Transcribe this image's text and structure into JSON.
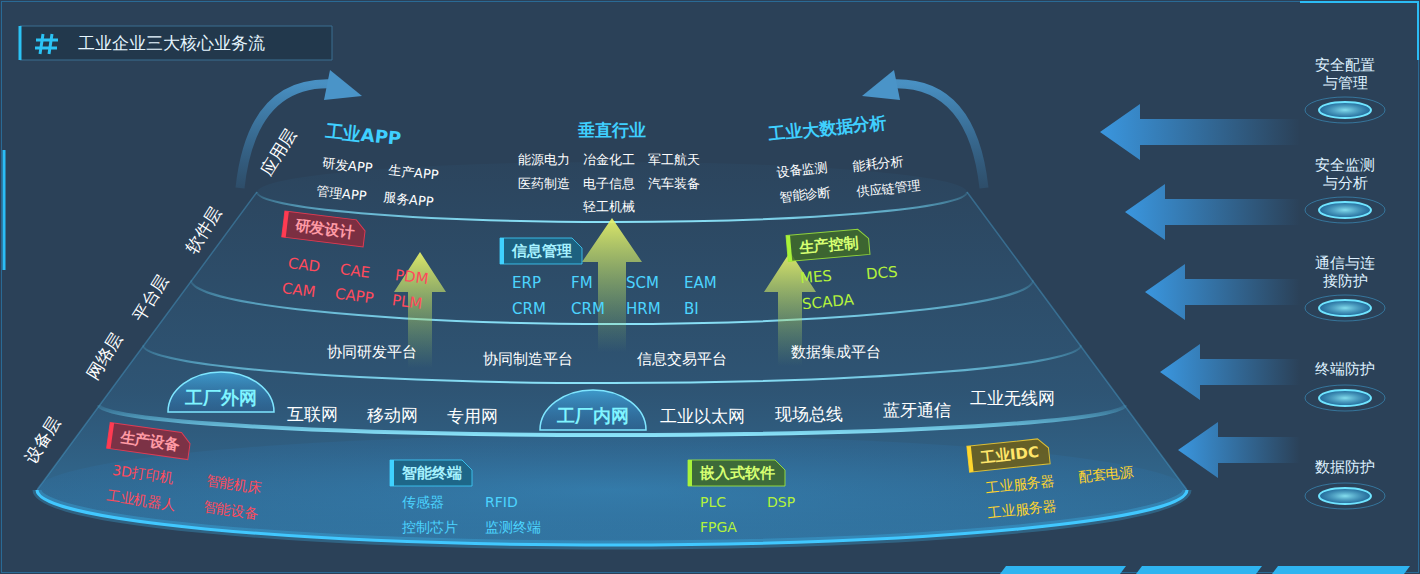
{
  "diagram": {
    "title": "工业企业三大核心业务流",
    "nodes": [
      {
        "text": [
          "研发设计"
        ]
      },
      {
        "text": [
          "信息管理"
        ]
      },
      {
        "text": [
          "生产控制"
        ]
      },
      {
        "text": [
          "工厂外网"
        ]
      },
      {
        "text": [
          "工厂内网"
        ]
      },
      {
        "text": [
          "生产设备"
        ]
      },
      {
        "text": [
          "智能终端"
        ]
      },
      {
        "text": [
          "嵌入式软件"
        ]
      },
      {
        "text": [
          "工业IDC"
        ]
      }
    ],
    "labels": [
      "应用层",
      "软件层",
      "平台层",
      "网络层",
      "设备层",
      "工业APP",
      "研发APP",
      "生产APP",
      "管理APP",
      "服务APP",
      "垂直行业",
      "能源电力",
      "冶金化工",
      "军工航天",
      "医药制造",
      "电子信息",
      "汽车装备",
      "轻工机械",
      "工业大数据分析",
      "设备监测",
      "能耗分析",
      "智能诊断",
      "供应链管理",
      "CAD",
      "CAE",
      "PDM",
      "CAM",
      "CAPP",
      "PLM",
      "ERP",
      "FM",
      "SCM",
      "EAM",
      "CRM",
      "CRM",
      "HRM",
      "BI",
      "MES",
      "DCS",
      "SCADA",
      "协同研发平台",
      "协同制造平台",
      "信息交易平台",
      "数据集成平台",
      "互联网",
      "移动网",
      "专用网",
      "工业以太网",
      "现场总线",
      "蓝牙通信",
      "工业无线网",
      "3D打印机",
      "智能机床",
      "工业机器人",
      "智能设备",
      "传感器",
      "RFID",
      "控制芯片",
      "监测终端",
      "PLC",
      "DSP",
      "FPGA",
      "工业服务器",
      "配套电源",
      "工业服务器",
      "安全配置与管理",
      "安全监测与分析",
      "通信与连接防护",
      "终端防护",
      "数据防护"
    ]
  }
}
